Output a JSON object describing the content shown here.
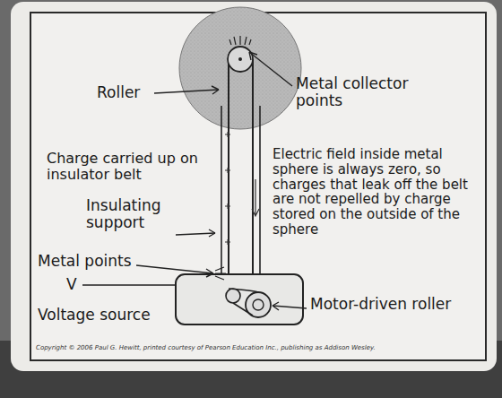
{
  "diagram": {
    "labels": [
      "Roller",
      "Metal collector points",
      "Charge carried up on insulator belt",
      "Electric field inside metal sphere is always zero, so charges that leak off the belt are not repelled by charge stored on the outside of the sphere",
      "Insulating support",
      "Metal points",
      "V",
      "Voltage source",
      "Motor-driven roller",
      "Copyright © 2006 Paul G. Hewitt, printed courtesy of Pearson Education Inc., publishing as Addison Wesley."
    ]
  }
}
